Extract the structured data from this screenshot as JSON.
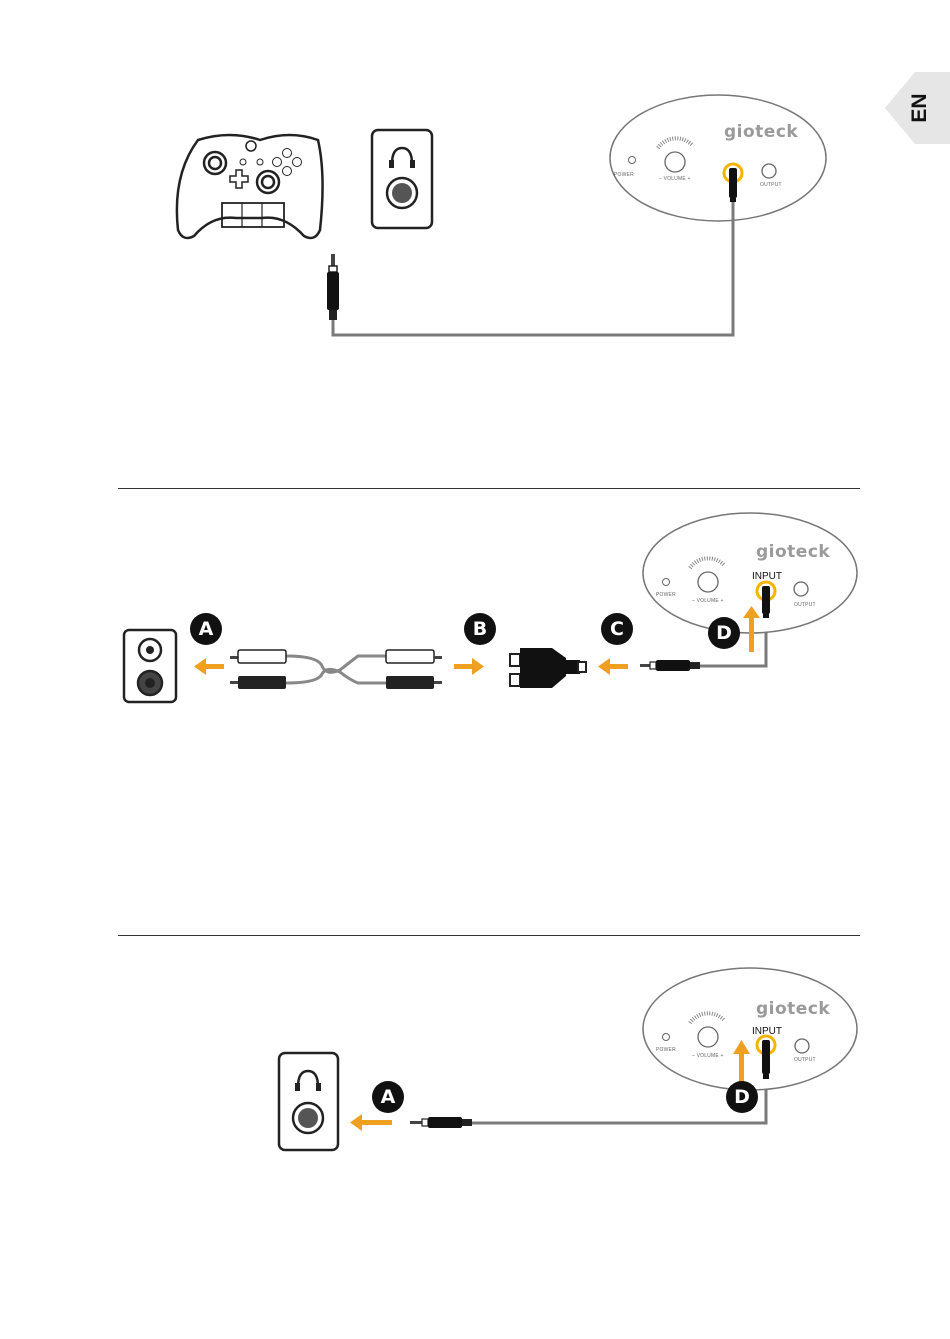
{
  "language_tab": "EN",
  "device": {
    "brand": "gioteck",
    "power_label": "POWER",
    "volume_label": "– VOLUME +",
    "output_label": "OUTPUT",
    "input_label": "INPUT"
  },
  "steps": [
    "A",
    "B",
    "C",
    "D"
  ],
  "colors": {
    "arrow": "#f0a020",
    "jack_highlight": "#f5b400",
    "cable": "#7a7a7a",
    "outline": "#222222"
  },
  "icons": [
    "controller-icon",
    "headphone-jack-icon",
    "rca-jacks-icon",
    "rca-cable-icon",
    "rca-adapter-icon",
    "audio-plug-icon",
    "arrow-icon"
  ]
}
